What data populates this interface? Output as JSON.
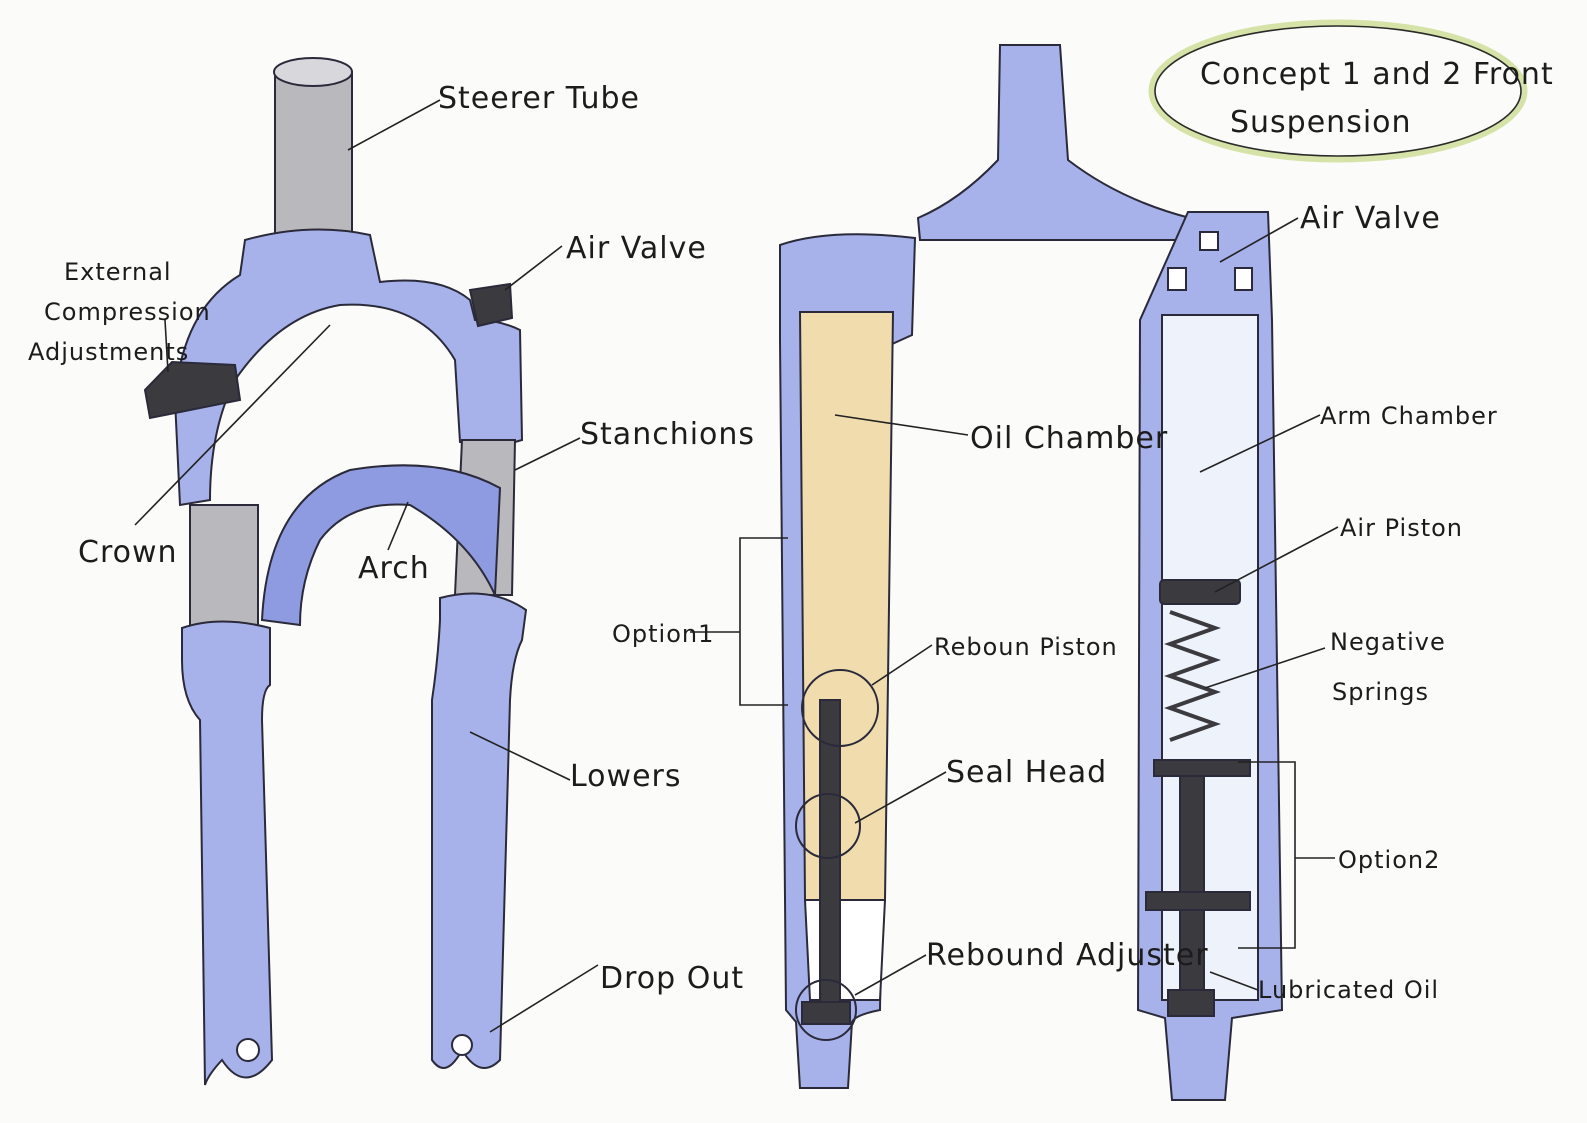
{
  "title": {
    "line1": "Concept 1 and 2 Front",
    "line2": "Suspension"
  },
  "left_fork_labels": {
    "steerer_tube": "Steerer Tube",
    "air_valve": "Air Valve",
    "external_line1": "External",
    "external_line2": "Compression",
    "external_line3": "Adjustments",
    "stanchions": "Stanchions",
    "crown": "Crown",
    "arch": "Arch",
    "lowers": "Lowers",
    "drop_out": "Drop Out"
  },
  "option1_fork_labels": {
    "oil_chamber": "Oil Chamber",
    "option1": "Option1",
    "rebound_piston": "Reboun Piston",
    "seal_head": "Seal Head",
    "rebound_adjuster": "Rebound Adjuster"
  },
  "option2_fork_labels": {
    "air_valve": "Air Valve",
    "air_chamber": "Arm Chamber",
    "air_piston": "Air Piston",
    "negative_line1": "Negative",
    "negative_line2": "Springs",
    "option2": "Option2",
    "lubricated_oil": "Lubricated Oil"
  },
  "colors": {
    "fork_body": "#a7b2ea",
    "stanchion": "#b9b9bd",
    "oil": "#f1dcae",
    "title_ellipse": "#d6e3a8"
  }
}
